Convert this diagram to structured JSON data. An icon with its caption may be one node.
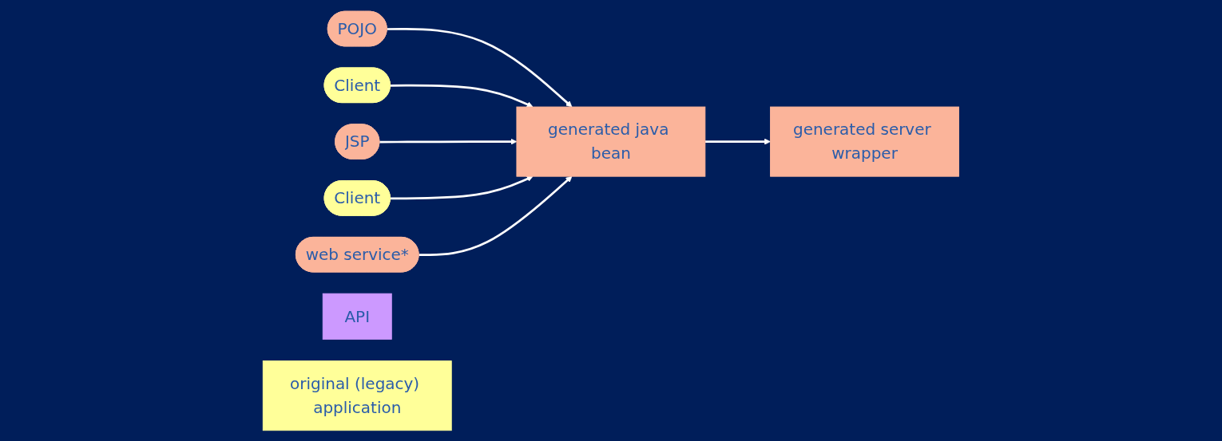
{
  "diagram": {
    "nodes": [
      {
        "text": [
          "POJO"
        ]
      },
      {
        "text": [
          "Client"
        ]
      },
      {
        "text": [
          "JSP"
        ]
      },
      {
        "text": [
          "Client"
        ]
      },
      {
        "text": [
          "web service*"
        ]
      },
      {
        "text": [
          "generated java bean"
        ]
      },
      {
        "text": [
          "generated server wrapper"
        ]
      },
      {
        "text": [
          "API"
        ]
      },
      {
        "text": [
          "original (legacy) application"
        ]
      }
    ],
    "edges": [
      {
        "from": 0,
        "to": 5,
        "arrow": "to"
      },
      {
        "from": 1,
        "to": 5,
        "arrow": "to"
      },
      {
        "from": 2,
        "to": 5,
        "arrow": "to"
      },
      {
        "from": 3,
        "to": 5,
        "arrow": "to"
      },
      {
        "from": 4,
        "to": 5,
        "arrow": "to"
      },
      {
        "from": 5,
        "to": 6,
        "arrow": "to"
      }
    ]
  }
}
